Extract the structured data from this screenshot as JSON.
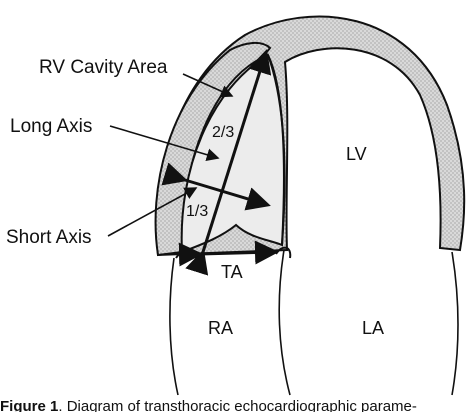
{
  "labels": {
    "rv_cavity_area": "RV Cavity Area",
    "long_axis": "Long Axis",
    "short_axis": "Short Axis",
    "lv": "LV",
    "ra": "RA",
    "la": "LA",
    "ta": "TA",
    "upper_fraction": "2/3",
    "lower_fraction": "1/3"
  },
  "caption": {
    "prefix": "Figure 1",
    "text": "Diagram of transthoracic echocardiographic parame-"
  },
  "colors": {
    "wall_fill": "#d6d6d6",
    "rv_cavity_fill": "#ececec",
    "stroke": "#111111"
  }
}
